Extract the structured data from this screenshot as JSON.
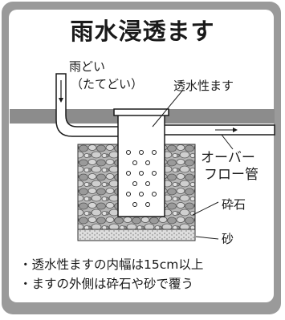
{
  "title": "雨水浸透ます",
  "labels": {
    "downspout": "雨どい",
    "downspout_reading": "（たてどい）",
    "basin": "透水性ます",
    "overflow_line1": "オーバー",
    "overflow_line2": "フロー管",
    "gravel": "砕石",
    "sand": "砂"
  },
  "notes": [
    "・透水性ますの内幅は15cm以上",
    "・ますの外側は砕石や砂で覆う"
  ],
  "colors": {
    "frame": "#9a9a9a",
    "ground": "#8c8c8c",
    "gravel_fill": "#b5b5b5",
    "sand_fill": "#d9d9d9",
    "basin_fill": "#ffffff"
  }
}
